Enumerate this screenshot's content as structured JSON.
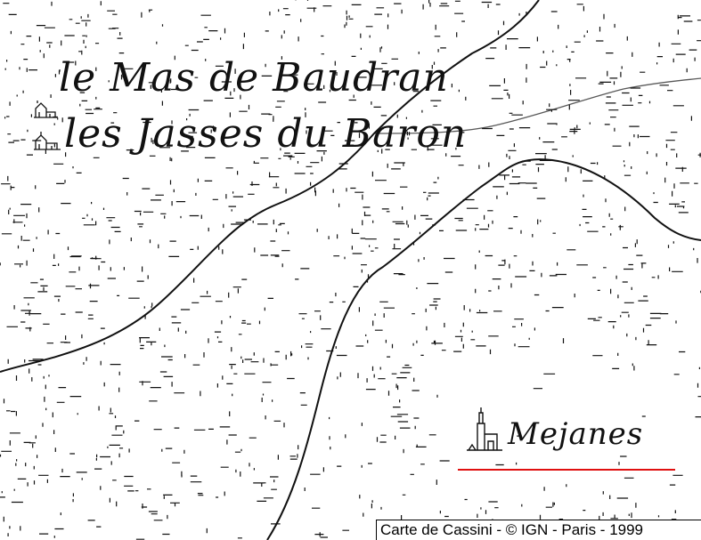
{
  "map": {
    "places": {
      "mas_de_baudran": "le Mas de Baudran",
      "jasses_du_baron": "les Jasses du Baron",
      "mejanes": "Mejanes"
    },
    "credit": "Carte de Cassini - © IGN - Paris - 1999",
    "colors": {
      "ink": "#111111",
      "underline": "#e01010",
      "paper": "#ffffff"
    },
    "icons": [
      "hamlet-icon",
      "castle-tower-icon"
    ]
  }
}
